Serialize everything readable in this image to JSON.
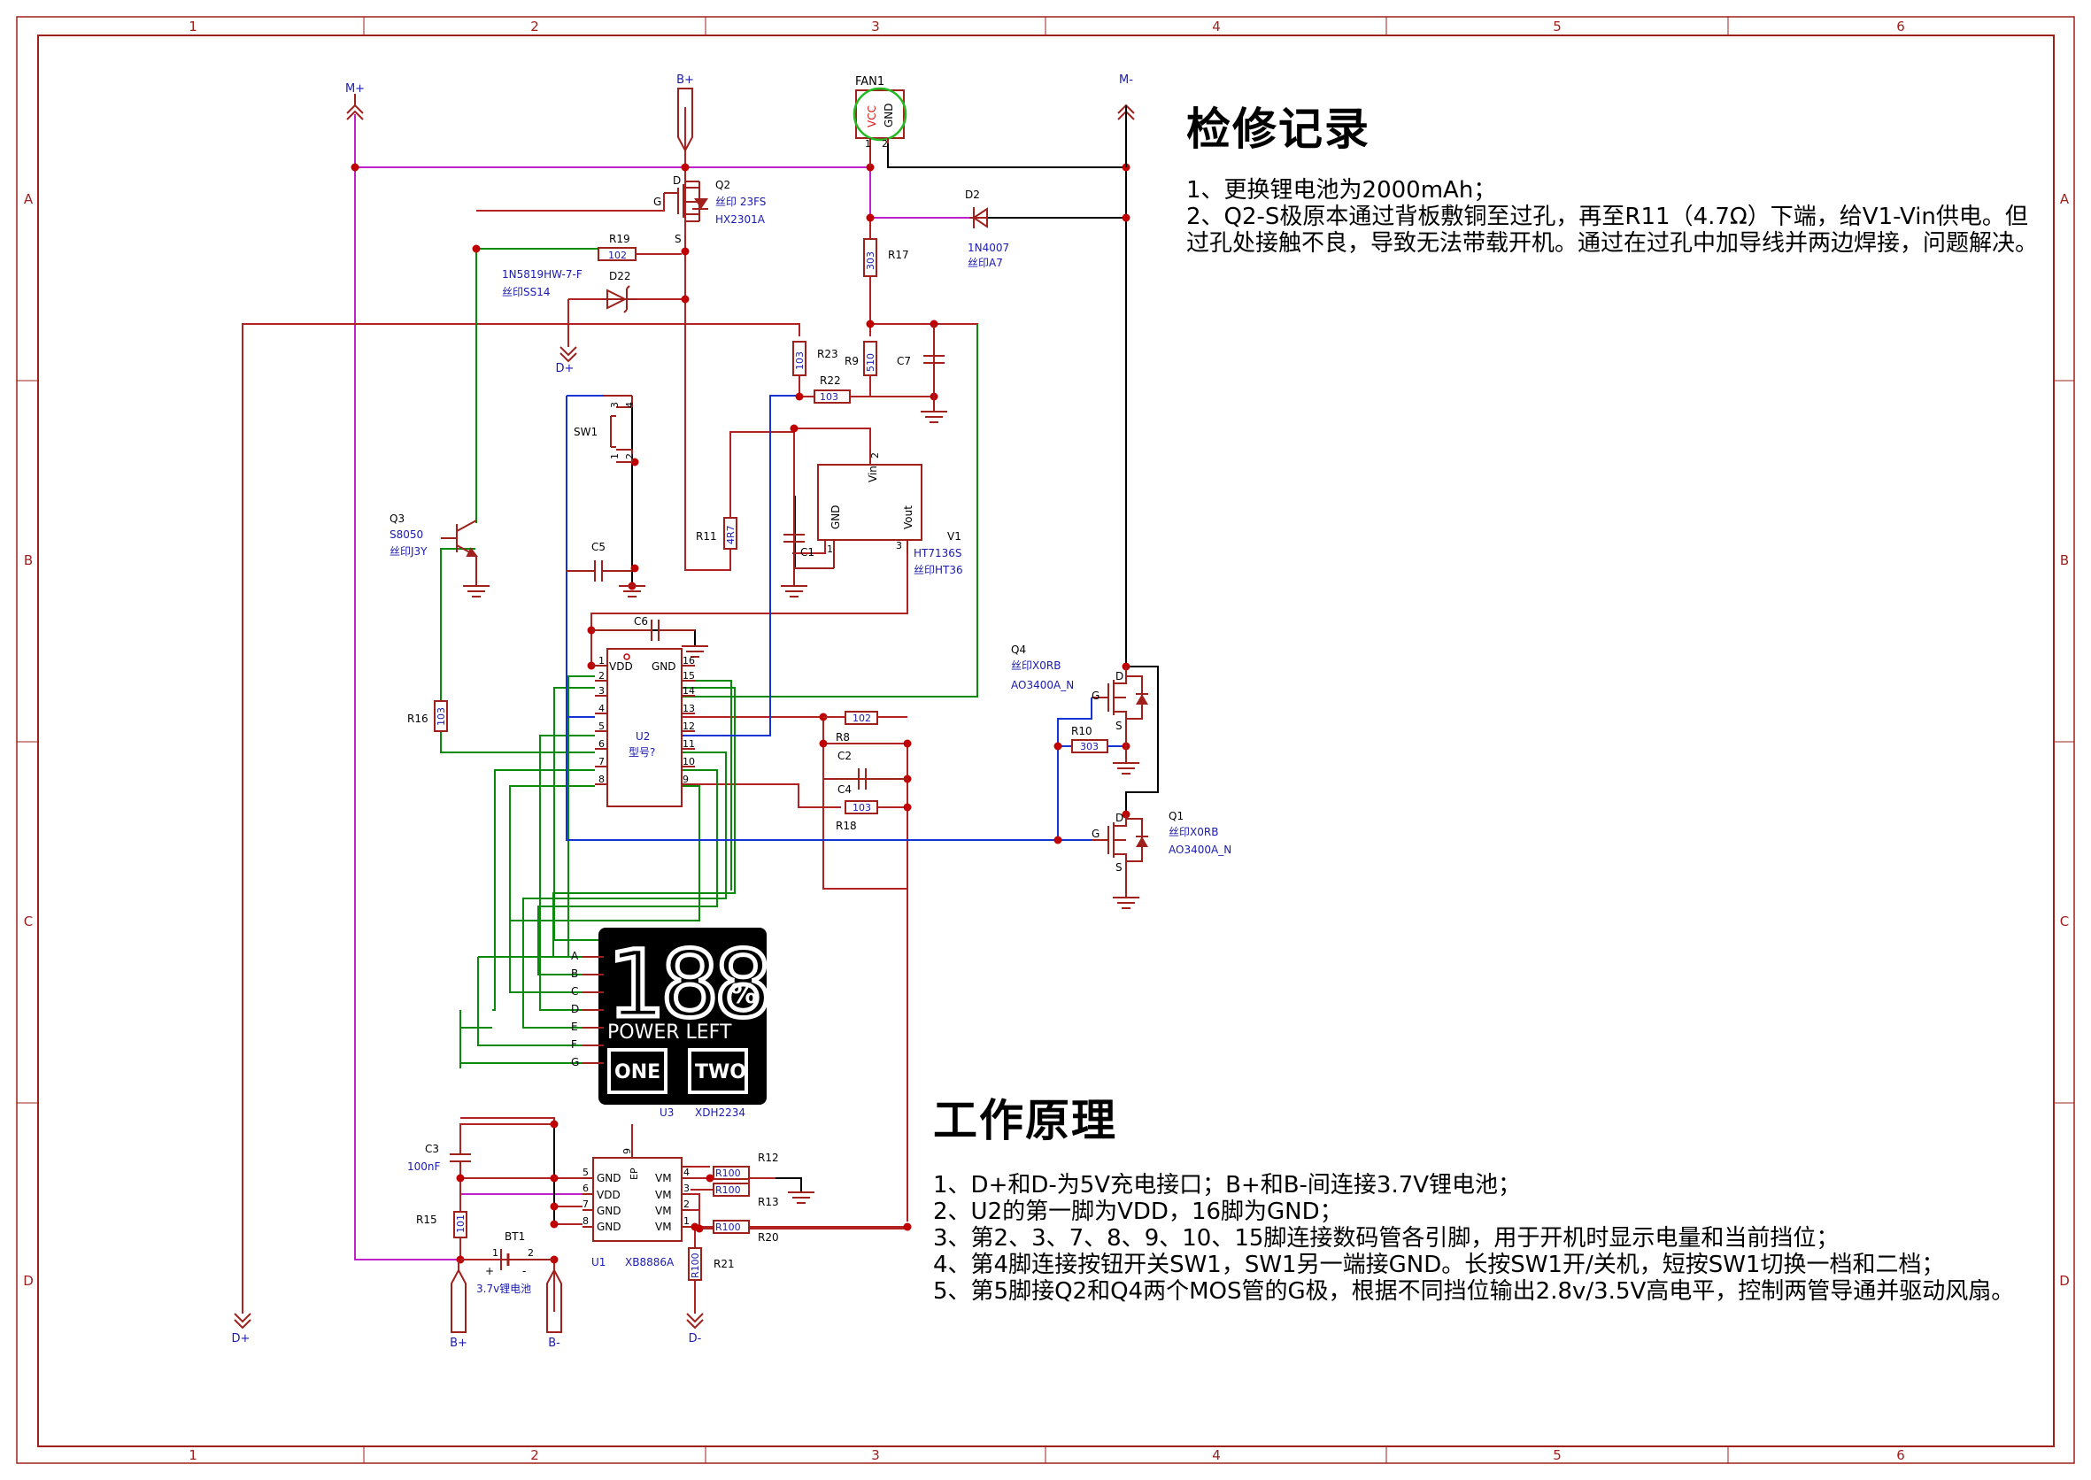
{
  "frame": {
    "cols": [
      "1",
      "2",
      "3",
      "4",
      "5",
      "6"
    ],
    "rows": [
      "A",
      "B",
      "C",
      "D"
    ]
  },
  "ports": {
    "m_plus": "M+",
    "b_plus_top": "B+",
    "m_minus": "M-",
    "d_plus_left": "D+",
    "d_plus_mid": "D+",
    "b_plus_bottom": "B+",
    "b_minus": "B-",
    "d_minus": "D-"
  },
  "components": {
    "fan1": {
      "ref": "FAN1",
      "vcc": "VCC",
      "gnd": "GND",
      "p1": "1",
      "p2": "2"
    },
    "q2": {
      "ref": "Q2",
      "mark": "丝印 23FS",
      "part": "HX2301A",
      "g": "G",
      "d": "D",
      "s": "S"
    },
    "d2": {
      "ref": "D2",
      "part": "1N4007",
      "mark": "丝印A7"
    },
    "r17": {
      "ref": "R17",
      "value": "303"
    },
    "r19": {
      "ref": "R19",
      "value": "102"
    },
    "d22": {
      "ref": "D22",
      "part": "1N5819HW-7-F",
      "mark": "丝印SS14"
    },
    "r23": {
      "ref": "R23",
      "value": "103"
    },
    "r9": {
      "ref": "R9",
      "value": "510"
    },
    "c7": {
      "ref": "C7"
    },
    "r22": {
      "ref": "R22",
      "value": "103"
    },
    "sw1": {
      "ref": "SW1",
      "p1": "1",
      "p2": "2",
      "p3": "3",
      "p4": "4"
    },
    "r11": {
      "ref": "R11",
      "value": "4R7"
    },
    "c1": {
      "ref": "C1"
    },
    "v1": {
      "ref": "V1",
      "part": "HT7136S",
      "mark": "丝印HT36",
      "gnd": "GND",
      "vin": "Vin",
      "vout": "Vout",
      "p1": "1",
      "p2": "2",
      "p3": "3"
    },
    "q3": {
      "ref": "Q3",
      "part": "S8050",
      "mark": "丝印J3Y"
    },
    "c5": {
      "ref": "C5"
    },
    "c6": {
      "ref": "C6"
    },
    "u2": {
      "ref": "U2",
      "part": "型号?",
      "vdd": "VDD",
      "gnd": "GND",
      "left_pins": [
        "1",
        "2",
        "3",
        "4",
        "5",
        "6",
        "7",
        "8"
      ],
      "right_pins": [
        "16",
        "15",
        "14",
        "13",
        "12",
        "11",
        "10",
        "9"
      ]
    },
    "r16": {
      "ref": "R16",
      "value": "103"
    },
    "r8": {
      "ref": "R8",
      "value": "102"
    },
    "c2": {
      "ref": "C2"
    },
    "c4": {
      "ref": "C4"
    },
    "r18": {
      "ref": "R18",
      "value": "103"
    },
    "q4": {
      "ref": "Q4",
      "mark": "丝印X0RB",
      "part": "AO3400A_N",
      "g": "G",
      "d": "D",
      "s": "S"
    },
    "r10": {
      "ref": "R10",
      "value": "303"
    },
    "q1": {
      "ref": "Q1",
      "mark": "丝印X0RB",
      "part": "AO3400A_N",
      "g": "G",
      "d": "D",
      "s": "S"
    },
    "u3": {
      "ref": "U3",
      "part": "XDH2234",
      "digits": "188",
      "percent": "%",
      "caption": "POWER LEFT",
      "btn_one": "ONE",
      "btn_two": "TWO",
      "pins": [
        "A",
        "B",
        "C",
        "D",
        "E",
        "F",
        "G"
      ]
    },
    "c3": {
      "ref": "C3",
      "value": "100nF"
    },
    "r15": {
      "ref": "R15",
      "value": "101"
    },
    "bt1": {
      "ref": "BT1",
      "value": "3.7v锂电池",
      "plus": "+",
      "minus": "-",
      "p1": "1",
      "p2": "2"
    },
    "u1": {
      "ref": "U1",
      "part": "XB8886A",
      "ep": "EP",
      "p9": "9",
      "left": [
        {
          "n": "5",
          "name": "GND"
        },
        {
          "n": "6",
          "name": "VDD"
        },
        {
          "n": "7",
          "name": "GND"
        },
        {
          "n": "8",
          "name": "GND"
        }
      ],
      "right": [
        {
          "n": "4",
          "name": "VM"
        },
        {
          "n": "3",
          "name": "VM"
        },
        {
          "n": "2",
          "name": "VM"
        },
        {
          "n": "1",
          "name": "VM"
        }
      ]
    },
    "r12": {
      "ref": "R12",
      "value": "R100"
    },
    "r13": {
      "ref": "R13",
      "value": "R100"
    },
    "r20": {
      "ref": "R20",
      "value": "R100"
    },
    "r21": {
      "ref": "R21",
      "value": "R100"
    }
  },
  "repair_notes": {
    "title": "检修记录",
    "lines": [
      "1、更换锂电池为2000mAh；",
      "2、Q2-S极原本通过背板敷铜至过孔，再至R11（4.7Ω）下端，给V1-Vin供电。但",
      "过孔处接触不良，导致无法带载开机。通过在过孔中加导线并两边焊接，问题解决。"
    ]
  },
  "principle_notes": {
    "title": "工作原理",
    "lines": [
      "1、D+和D-为5V充电接口；B+和B-间连接3.7V锂电池；",
      "2、U2的第一脚为VDD，16脚为GND；",
      "3、第2、3、7、8、9、10、15脚连接数码管各引脚，用于开机时显示电量和当前挡位；",
      "4、第4脚连接按钮开关SW1，SW1另一端接GND。长按SW1开/关机，短按SW1切换一档和二档；",
      "5、第5脚接Q2和Q4两个MOS管的G极，根据不同挡位输出2.8v/3.5V高电平，控制两管导通并驱动风扇。"
    ]
  },
  "colors": {
    "border": "#a0201c",
    "component": "#a0201c",
    "wire_red": "#b22222",
    "wire_green": "#0a8a0a",
    "wire_blue": "#1434d4",
    "wire_magenta": "#c020c8",
    "wire_black": "#000000",
    "label_blue": "#1a1ab0",
    "junction": "#c00000"
  }
}
